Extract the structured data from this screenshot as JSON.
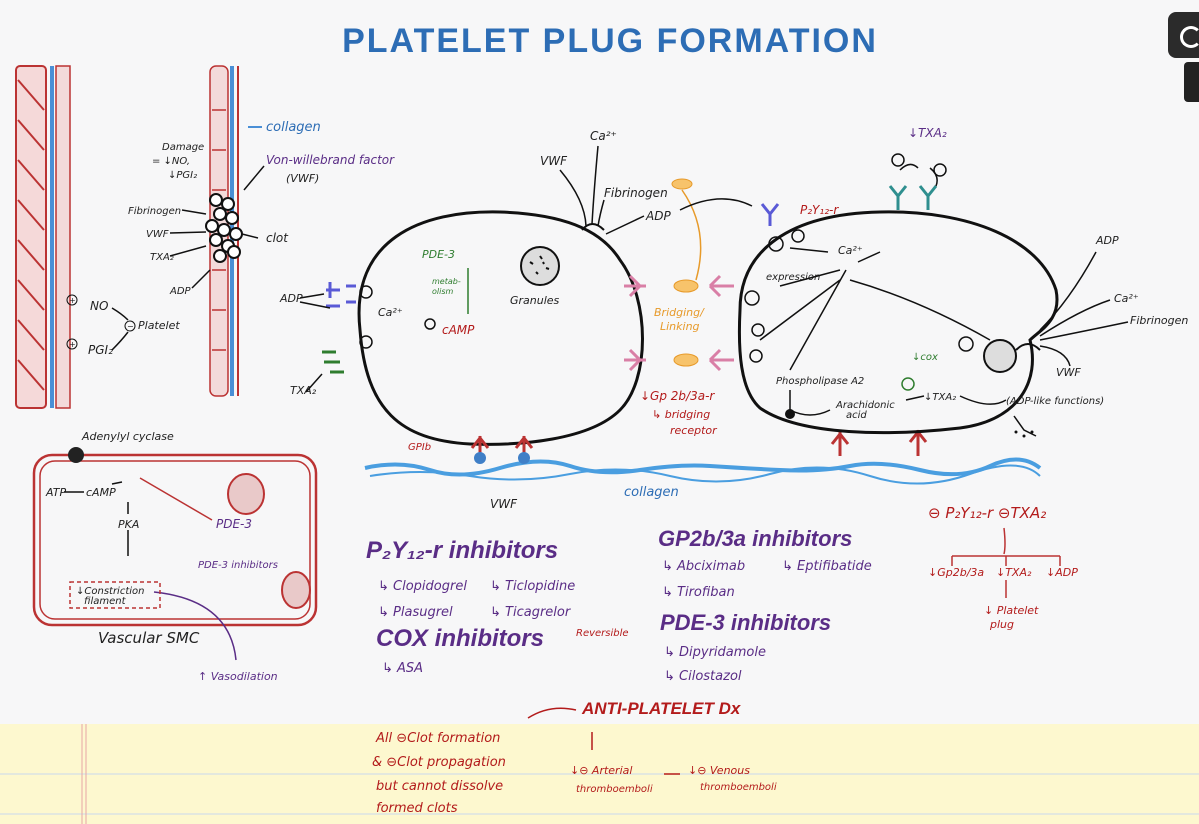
{
  "title": "PLATELET PLUG FORMATION",
  "vessel": {
    "collagen": "collagen",
    "vwf_label": "Von-willebrand factor",
    "vwf_abbr": "(VWF)",
    "damage1": "Damage",
    "damage2": "= ↓NO,",
    "damage3": "↓PGI₂",
    "fibrinogen": "Fibrinogen",
    "vwf": "VWF",
    "txa2": "TXA₂",
    "adp": "ADP",
    "clot": "clot",
    "no": "NO",
    "pgi2": "PGI₂",
    "platelet": "Platelet",
    "plus1": "+",
    "plus2": "+",
    "minus": "−"
  },
  "smc": {
    "adenylyl": "Adenylyl cyclase",
    "atp": "ATP",
    "camp": "cAMP",
    "pka": "PKA",
    "pde3": "PDE-3",
    "pde3_inhib": "PDE-3 inhibitors",
    "constriction1": "↓Constriction",
    "constriction2": "filament",
    "label": "Vascular SMC",
    "vasodilation": "↑ Vasodilation"
  },
  "platelet1": {
    "vwf": "VWF",
    "ca": "Ca²⁺",
    "fibrinogen": "Fibrinogen",
    "adp_top": "ADP",
    "adp_left": "ADP",
    "txa2": "TXA₂",
    "pde3": "PDE-3",
    "metab1": "metab-",
    "metab2": "olism",
    "ca_in": "Ca²⁺",
    "camp": "cAMP",
    "granules": "Granules",
    "gpib": "GPIb",
    "vwf_bottom": "VWF",
    "collagen": "collagen"
  },
  "bridge": {
    "line1": "Bridging/",
    "line2": "Linking",
    "gp1": "↓Gp 2b/3a-r",
    "gp2": "↳ bridging",
    "gp3": "receptor"
  },
  "platelet2": {
    "txa2_top": "↓TXA₂",
    "p2y12": "P₂Y₁₂-r",
    "ca_in": "Ca²⁺",
    "expression": "expression",
    "phospholipase": "Phospholipase A2",
    "arachidonic1": "Arachidonic",
    "arachidonic2": "acid",
    "cox": "↓cox",
    "txa2": "↓TXA₂",
    "adp_like": "(ADP-like functions)",
    "adp": "ADP",
    "ca": "Ca²⁺",
    "fibrinogen": "Fibrinogen",
    "vwf": "VWF"
  },
  "drugs": {
    "p2y12_title": "P₂Y₁₂-r inhibitors",
    "clopidogrel": "↳ Clopidogrel",
    "ticlopidine": "↳ Ticlopidine",
    "plasugrel": "↳ Plasugrel",
    "ticagrelor": "↳ Ticagrelor",
    "reversible": "Reversible",
    "cox_title": "COX inhibitors",
    "asa": "↳ ASA",
    "gp_title": "GP2b/3a inhibitors",
    "abciximab": "↳ Abciximab",
    "eptifibatide": "↳ Eptifibatide",
    "tirofiban": "↳ Tirofiban",
    "pde_title": "PDE-3 inhibitors",
    "dipyridamole": "↳ Dipyridamole",
    "cilostazol": "↳ Cilostazol"
  },
  "summary": {
    "top": "⊖ P₂Y₁₂-r  ⊖TXA₂",
    "gp": "↓Gp2b/3a",
    "txa2": "↓TXA₂",
    "adp": "↓ADP",
    "plug1": "↓ Platelet",
    "plug2": "plug"
  },
  "notes": {
    "antiplatelet": "ANTI-PLATELET Dx",
    "line1": "All ⊖Clot formation",
    "line2": "& ⊖Clot propagation",
    "line3": "but cannot dissolve",
    "line4": "formed clots",
    "arterial1": "↓⊖ Arterial",
    "arterial2": "thromboemboli",
    "venous1": "↓⊖ Venous",
    "venous2": "thromboemboli"
  }
}
